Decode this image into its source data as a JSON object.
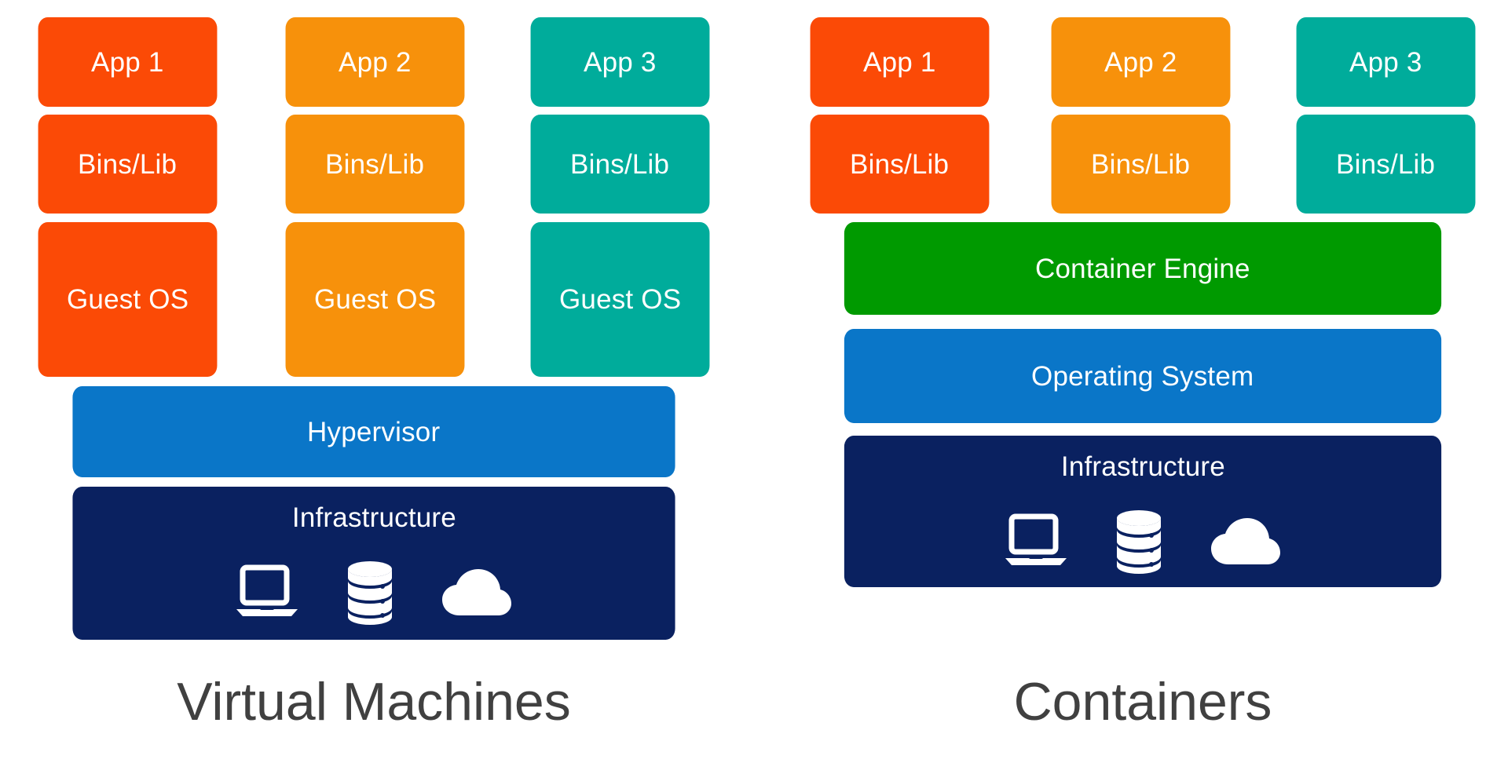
{
  "diagram": {
    "title_left": "Virtual Machines",
    "title_right": "Containers",
    "colors": {
      "red": "#FB4A06",
      "orange": "#F7910B",
      "teal": "#00AC9B",
      "blue": "#0A76C8",
      "green": "#009A00",
      "navy": "#0A2160",
      "text_white": "#FFFFFF",
      "caption": "#404040",
      "background": "#FFFFFF"
    }
  },
  "vm": {
    "caption": "Virtual Machines",
    "columns": [
      {
        "app": "App 1",
        "bins": "Bins/Lib",
        "guest_os": "Guest OS",
        "color": "red"
      },
      {
        "app": "App 2",
        "bins": "Bins/Lib",
        "guest_os": "Guest OS",
        "color": "orange"
      },
      {
        "app": "App 3",
        "bins": "Bins/Lib",
        "guest_os": "Guest OS",
        "color": "teal"
      }
    ],
    "hypervisor": "Hypervisor",
    "infrastructure": "Infrastructure",
    "infrastructure_icons": [
      "laptop-icon",
      "database-icon",
      "cloud-icon"
    ]
  },
  "containers": {
    "caption": "Containers",
    "columns": [
      {
        "app": "App 1",
        "bins": "Bins/Lib",
        "color": "red"
      },
      {
        "app": "App 2",
        "bins": "Bins/Lib",
        "color": "orange"
      },
      {
        "app": "App 3",
        "bins": "Bins/Lib",
        "color": "teal"
      }
    ],
    "container_engine": "Container Engine",
    "operating_system": "Operating System",
    "infrastructure": "Infrastructure",
    "infrastructure_icons": [
      "laptop-icon",
      "database-icon",
      "cloud-icon"
    ]
  }
}
